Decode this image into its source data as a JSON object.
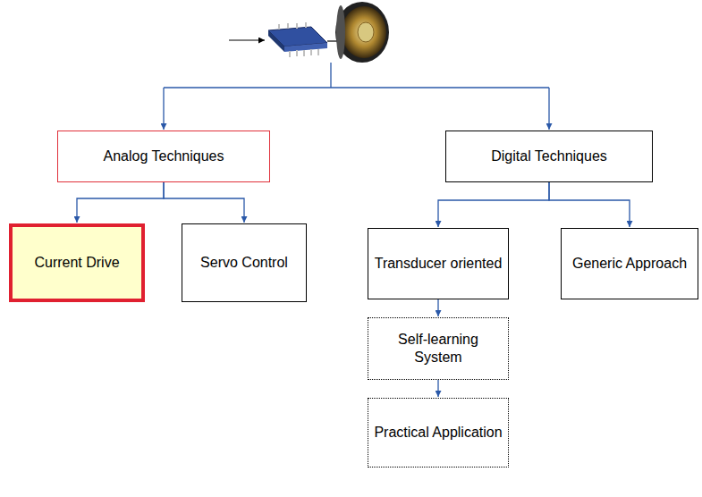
{
  "diagram": {
    "nodes": [
      {
        "text": [
          "Analog Techniques"
        ]
      },
      {
        "text": [
          "Digital Techniques"
        ]
      },
      {
        "text": [
          "Current Drive"
        ]
      },
      {
        "text": [
          "Servo Control"
        ]
      },
      {
        "text": [
          "Transducer oriented"
        ]
      },
      {
        "text": [
          "Generic Approach"
        ]
      },
      {
        "text": [
          "Self-learning System"
        ]
      },
      {
        "text": [
          "Practical Application"
        ]
      }
    ],
    "edges": [
      {
        "from": 0,
        "to": 2,
        "arrow": "to"
      },
      {
        "from": 0,
        "to": 3,
        "arrow": "to"
      },
      {
        "from": 1,
        "to": 4,
        "arrow": "to"
      },
      {
        "from": 1,
        "to": 5,
        "arrow": "to"
      },
      {
        "from": 4,
        "to": 6,
        "arrow": "to"
      },
      {
        "from": 6,
        "to": 7,
        "arrow": "to"
      }
    ]
  }
}
